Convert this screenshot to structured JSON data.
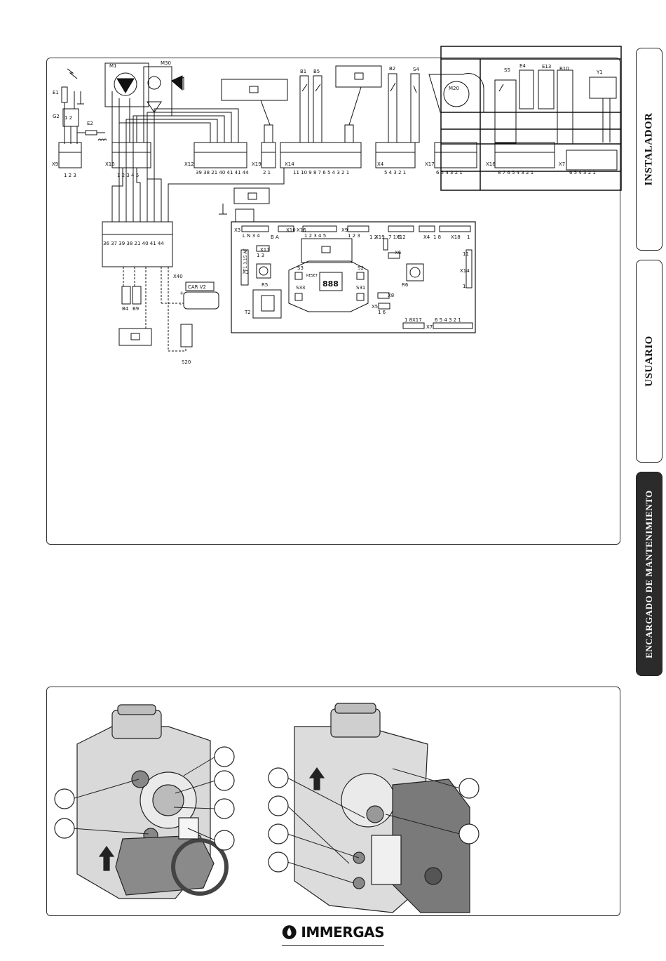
{
  "tabs": [
    {
      "label": "INSTALADOR",
      "active": false
    },
    {
      "label": "USUARIO",
      "active": false
    },
    {
      "label": "ENCARGADO DE MANTENIMIENTO",
      "active": true
    }
  ],
  "wiring": {
    "top_components": [
      "E1",
      "G2",
      "E2",
      "M1",
      "M30",
      "B1",
      "B5",
      "B2",
      "S4",
      "M20",
      "S5",
      "E4",
      "E13",
      "B10",
      "Y1"
    ],
    "connectors": [
      "X9",
      "X16",
      "X12",
      "X19",
      "X14",
      "X4",
      "X17",
      "X18",
      "X7"
    ],
    "pins": {
      "x9": "1 2 3",
      "x16": "1 2 3 4 5",
      "x12": "39 38 21 40 41 41 44",
      "x19": "2 1",
      "x14": "11 10 9 8 7 6 5 4 3 2 1",
      "x4": "5 4 3 2 1",
      "x17": "6 5 4 3 2 1",
      "x18": "8 7 6 5 4 3 2 1",
      "x7": "6 5 4 3 2 1",
      "terminal": "36 37 39 38 21 40 41 44",
      "g2_mid": "1 2"
    },
    "lower_components": [
      "B4",
      "B9",
      "X40",
      "CAR V2",
      "S20"
    ],
    "board": {
      "labels": [
        "X3",
        "X10",
        "X16",
        "X9",
        "X19",
        "X12",
        "X4",
        "X18",
        "X11",
        "X6",
        "X14",
        "X8",
        "X5",
        "X17",
        "X7",
        "S3",
        "S2",
        "S33",
        "S31",
        "R5",
        "R6",
        "T2",
        "F1 3,15 AF"
      ],
      "x3_pins": "L N 3 4",
      "x10_pins": "B A",
      "x16_pins": "1 2 3 4 5",
      "x9_pins": "1 2 3",
      "x19_pins": "1 2",
      "x12_pins": "7 1 5",
      "x4_pins": "1 8",
      "x18_pins": "1",
      "x11_pins": "1 3",
      "x14_pins": "11 1",
      "x7_pins": "6 5 4 3 2 1",
      "x17_pins": "1 8",
      "x5_pins": "1 6",
      "display_text": "888",
      "reset_label": "RESET",
      "plus_sign": "+",
      "minus_sign": "-"
    }
  },
  "valve": {
    "left_callouts": 6,
    "right_callouts": 6
  },
  "brand": {
    "name": "IMMERGAS"
  }
}
